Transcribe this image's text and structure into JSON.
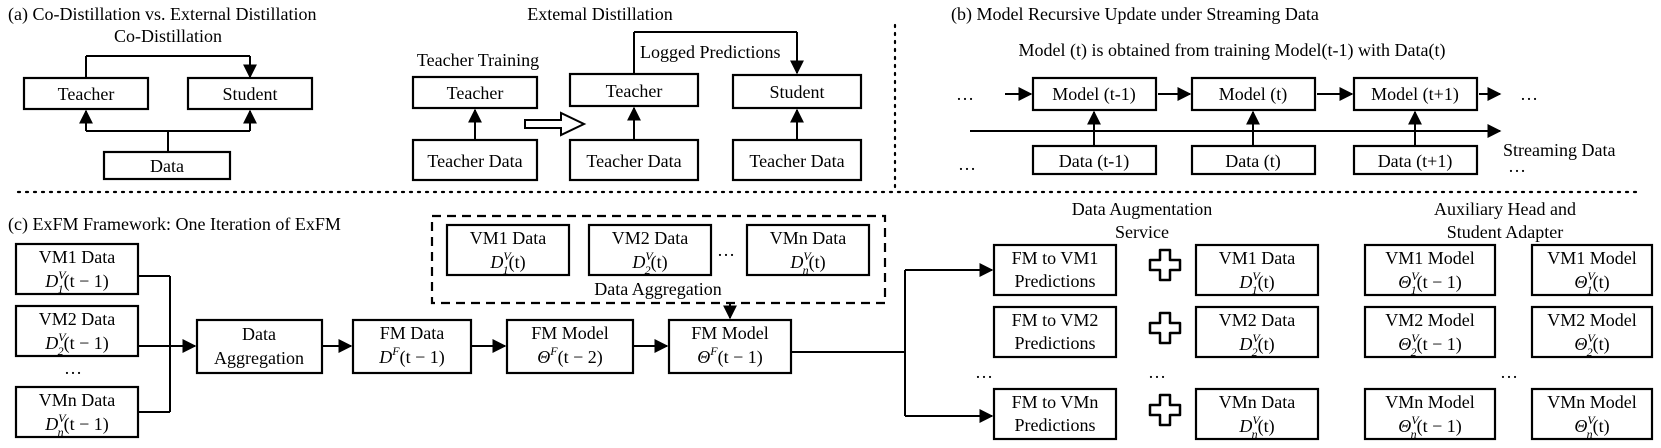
{
  "panel_a": {
    "title": "(a) Co-Distillation vs. External Distillation",
    "co_title": "Co-Distillation",
    "co_teacher": "Teacher",
    "co_student": "Student",
    "co_data": "Data",
    "ext_title": "Extemal Distillation",
    "teacher_training": "Teacher Training",
    "logged_predictions": "Logged Predictions",
    "teacher_1": "Teacher",
    "teacher_2": "Teacher",
    "student": "Student",
    "teacher_data_1": "Teacher Data",
    "teacher_data_2": "Teacher Data",
    "teacher_data_3": "Teacher Data"
  },
  "panel_b": {
    "title": "(b) Model Recursive Update under Streaming Data",
    "subtitle": "Model (t) is obtained from training Model(t-1) with Data(t)",
    "models": [
      "Model (t-1)",
      "Model (t)",
      "Model (t+1)"
    ],
    "data": [
      "Data (t-1)",
      "Data (t)",
      "Data (t+1)"
    ],
    "streaming": "Streaming Data",
    "ellipsis": "…"
  },
  "panel_c": {
    "title": "(c) ExFM Framework: One Iteration of ExFM",
    "vm_data_prev": [
      {
        "name": "VM1 Data",
        "sym": "D",
        "sup": "V",
        "sub": "1",
        "arg": "(t − 1)"
      },
      {
        "name": "VM2 Data",
        "sym": "D",
        "sup": "V",
        "sub": "2",
        "arg": "(t − 1)"
      },
      {
        "name": "VMn Data",
        "sym": "D",
        "sup": "V",
        "sub": "n",
        "arg": "(t − 1)"
      }
    ],
    "data_aggregation": [
      "Data",
      "Aggregation"
    ],
    "fm_data": {
      "name": "FM Data",
      "sym": "D",
      "sup": "F",
      "sub": "",
      "arg": "(t − 1)"
    },
    "fm_model_prev": {
      "name": "FM Model",
      "sym": "Θ",
      "sup": "F",
      "sub": "",
      "arg": "(t − 2)"
    },
    "fm_model": {
      "name": "FM Model",
      "sym": "Θ",
      "sup": "F",
      "sub": "",
      "arg": "(t − 1)"
    },
    "vm_data_t": [
      {
        "name": "VM1 Data",
        "sym": "D",
        "sup": "V",
        "sub": "1",
        "arg": "(t)"
      },
      {
        "name": "VM2 Data",
        "sym": "D",
        "sup": "V",
        "sub": "2",
        "arg": "(t)"
      },
      {
        "name": "VMn Data",
        "sym": "D",
        "sup": "V",
        "sub": "n",
        "arg": "(t)"
      }
    ],
    "data_aggregation_caption": "Data Aggregation",
    "augmentation_header": [
      "Data Augmentation",
      "Service"
    ],
    "aux_header": [
      "Auxiliary Head and",
      "Student Adapter"
    ],
    "fm_predictions": [
      [
        "FM to VM1",
        "Predictions"
      ],
      [
        "FM to VM2",
        "Predictions"
      ],
      [
        "FM to VMn",
        "Predictions"
      ]
    ],
    "vm_data_right": [
      {
        "name": "VM1 Data",
        "sym": "D",
        "sup": "V",
        "sub": "1",
        "arg": "(t)"
      },
      {
        "name": "VM2 Data",
        "sym": "D",
        "sup": "V",
        "sub": "2",
        "arg": "(t)"
      },
      {
        "name": "VMn Data",
        "sym": "D",
        "sup": "V",
        "sub": "n",
        "arg": "(t)"
      }
    ],
    "vm_model_prev": [
      {
        "name": "VM1 Model",
        "sym": "Θ",
        "sup": "V",
        "sub": "1",
        "arg": "(t − 1)"
      },
      {
        "name": "VM2 Model",
        "sym": "Θ",
        "sup": "V",
        "sub": "2",
        "arg": "(t − 1)"
      },
      {
        "name": "VMn Model",
        "sym": "Θ",
        "sup": "V",
        "sub": "n",
        "arg": "(t − 1)"
      }
    ],
    "vm_model_t": [
      {
        "name": "VM1 Model",
        "sym": "Θ",
        "sup": "V",
        "sub": "1",
        "arg": "(t)"
      },
      {
        "name": "VM2 Model",
        "sym": "Θ",
        "sup": "V",
        "sub": "2",
        "arg": "(t)"
      },
      {
        "name": "VMn Model",
        "sym": "Θ",
        "sup": "V",
        "sub": "n",
        "arg": "(t)"
      }
    ],
    "ellipsis": "…"
  }
}
